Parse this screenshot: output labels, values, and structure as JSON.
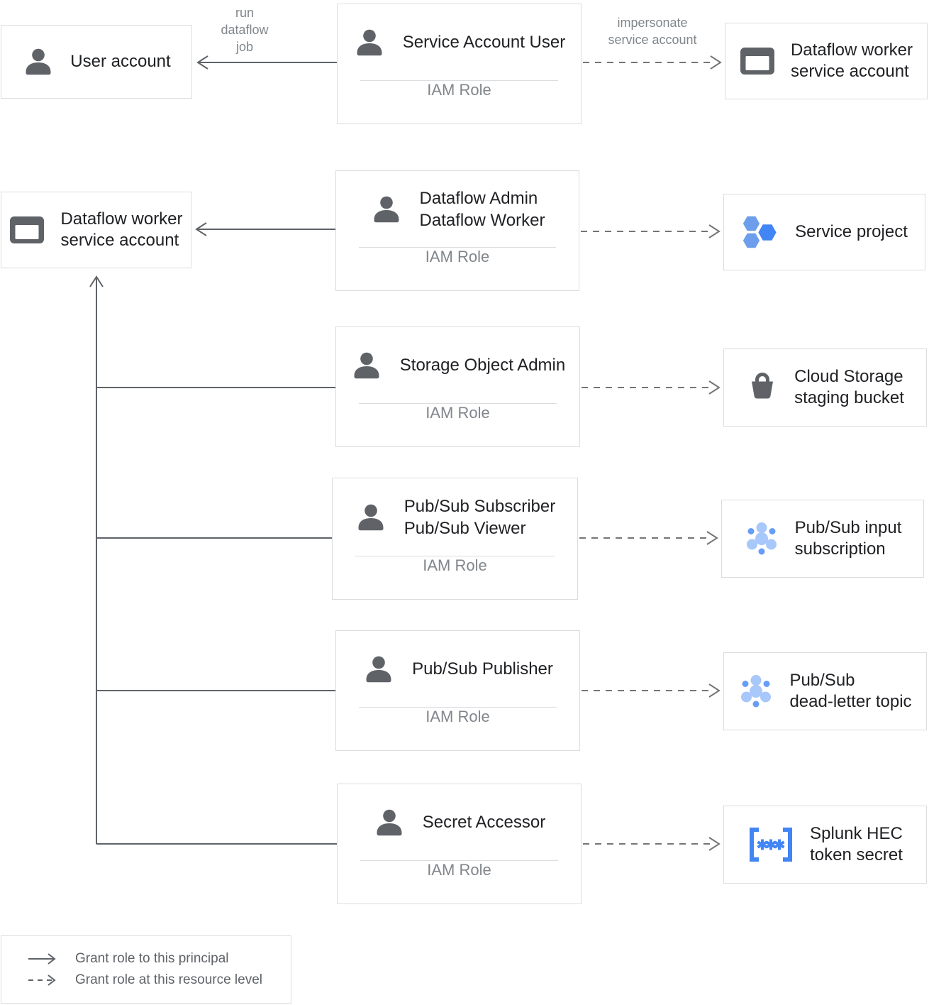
{
  "nodes": {
    "user_account": {
      "label": "User account"
    },
    "service_account_user": {
      "roles": "Service Account User",
      "footer": "IAM Role"
    },
    "dataflow_worker_sa_top": {
      "label": "Dataflow worker\nservice account"
    },
    "dataflow_worker_sa_left": {
      "label": "Dataflow worker\nservice account"
    },
    "dataflow_admin_worker": {
      "roles": "Dataflow Admin\nDataflow Worker",
      "footer": "IAM Role"
    },
    "service_project": {
      "label": "Service project"
    },
    "storage_object_admin": {
      "roles": "Storage Object Admin",
      "footer": "IAM Role"
    },
    "cloud_storage_bucket": {
      "label": "Cloud Storage\nstaging bucket"
    },
    "pubsub_subscriber_viewer": {
      "roles": "Pub/Sub Subscriber\nPub/Sub Viewer",
      "footer": "IAM Role"
    },
    "pubsub_input_subscription": {
      "label": "Pub/Sub input\nsubscription"
    },
    "pubsub_publisher": {
      "roles": "Pub/Sub Publisher",
      "footer": "IAM Role"
    },
    "pubsub_dead_letter_topic": {
      "label": "Pub/Sub\ndead-letter topic"
    },
    "secret_accessor": {
      "roles": "Secret Accessor",
      "footer": "IAM Role"
    },
    "splunk_hec_token_secret": {
      "label": "Splunk HEC\ntoken secret"
    }
  },
  "edges": {
    "run_dataflow_job_label": "run\ndataflow\njob",
    "impersonate_label": "impersonate\nservice account"
  },
  "legend": {
    "solid_arrow": "Grant role to this principal",
    "dashed_arrow": "Grant role at this resource level"
  },
  "icons": {
    "person": "person-icon",
    "service_account": "service-account-window-icon",
    "project": "project-hexagons-icon",
    "bucket": "storage-bucket-icon",
    "pubsub": "pubsub-topology-icon",
    "secret": "secret-brackets-icon"
  },
  "colors": {
    "accent_blue": "#4285f4",
    "medium_blue": "#669df6",
    "light_blue": "#a8c7fa",
    "icon_gray": "#5f6368",
    "border_gray": "#dadce0",
    "text_dark": "#202124",
    "text_gray": "#80868b"
  }
}
